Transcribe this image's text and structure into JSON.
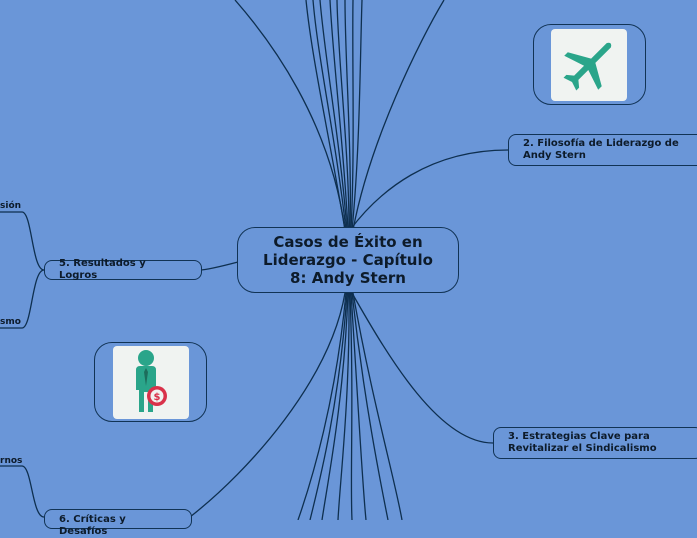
{
  "central": {
    "title": "Casos de Éxito en Liderazgo - Capítulo 8: Andy Stern"
  },
  "branches": {
    "b2": "2. Filosofía de Liderazgo de Andy Stern",
    "b3": "3. Estrategias Clave para Revitalizar el Sindicalismo",
    "b5": "5. Resultados y Logros",
    "b6": "6. Críticas y Desafíos"
  },
  "subtopics": {
    "s5a": "sión",
    "s5b": "smo",
    "s6a": "rnos"
  },
  "icons": {
    "airplane": "airplane-icon",
    "person": "businessman-money-icon"
  },
  "colors": {
    "background": "#6a96d8",
    "line": "#0e2f4f",
    "icon_green": "#2aa58a",
    "icon_card": "#f0f3f1",
    "coin_red": "#d9314a"
  }
}
